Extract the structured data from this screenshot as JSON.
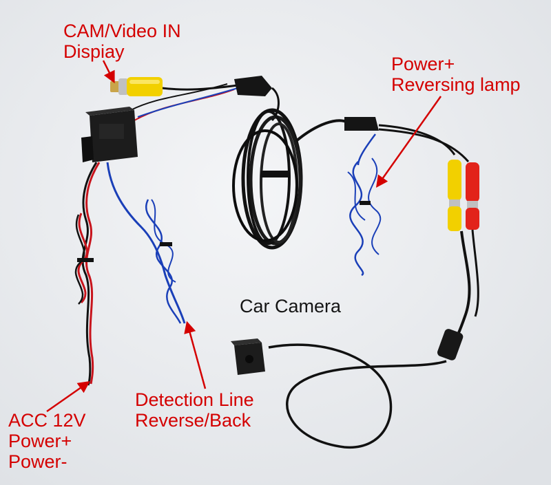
{
  "labels": {
    "cam_video": {
      "line1": "CAM/Video IN",
      "line2": "Dispiay"
    },
    "power_reversing": {
      "line1": "Power+",
      "line2": "Reversing lamp"
    },
    "car_camera": {
      "line1": "Car Camera"
    },
    "detection": {
      "line1": "Detection Line",
      "line2": "Reverse/Back"
    },
    "acc": {
      "line1": "ACC 12V",
      "line2": "Power+",
      "line3": "Power-"
    }
  },
  "colors": {
    "background": "#eef0f2",
    "label_red": "#d40000",
    "label_dark": "#151515",
    "wire_black": "#111111",
    "wire_red": "#c8141c",
    "wire_blue": "#1a3fb8",
    "rca_yellow": "#f2d000",
    "rca_red": "#e2231a",
    "box_black": "#1c1c1c"
  },
  "icons": {
    "photo": "wiring-harness-photo",
    "arrows": "red-pointer-arrow"
  }
}
